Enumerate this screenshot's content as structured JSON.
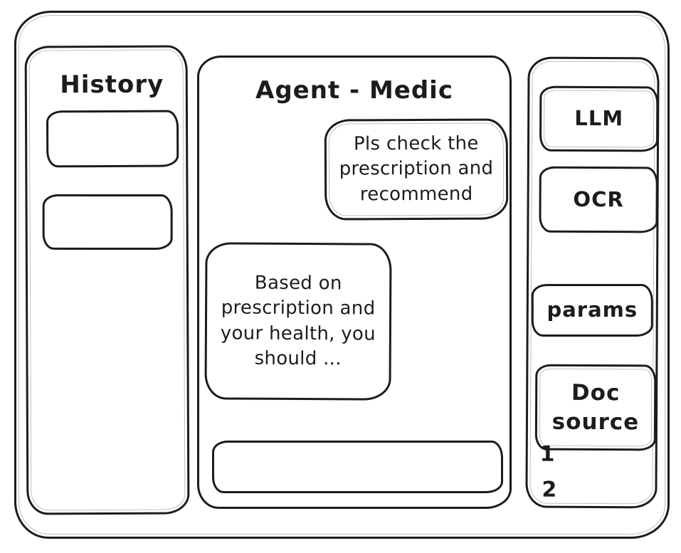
{
  "colors": {
    "ink": "#1c1c1c",
    "background": "#ffffff"
  },
  "history": {
    "title": "History",
    "items": [
      {
        "label": ""
      },
      {
        "label": ""
      }
    ]
  },
  "chat": {
    "title": "Agent - Medic",
    "messages": [
      {
        "role": "user",
        "text": "Pls check the prescription and recommend"
      },
      {
        "role": "assistant",
        "text": "Based on prescription and your health, you should ..."
      }
    ],
    "input": {
      "value": "",
      "placeholder": ""
    }
  },
  "tools": {
    "buttons": [
      {
        "label": "LLM"
      },
      {
        "label": "OCR"
      },
      {
        "label": "params"
      },
      {
        "label": "Doc source"
      }
    ],
    "doc_source_list": [
      {
        "label": "1"
      },
      {
        "label": "2"
      }
    ]
  }
}
